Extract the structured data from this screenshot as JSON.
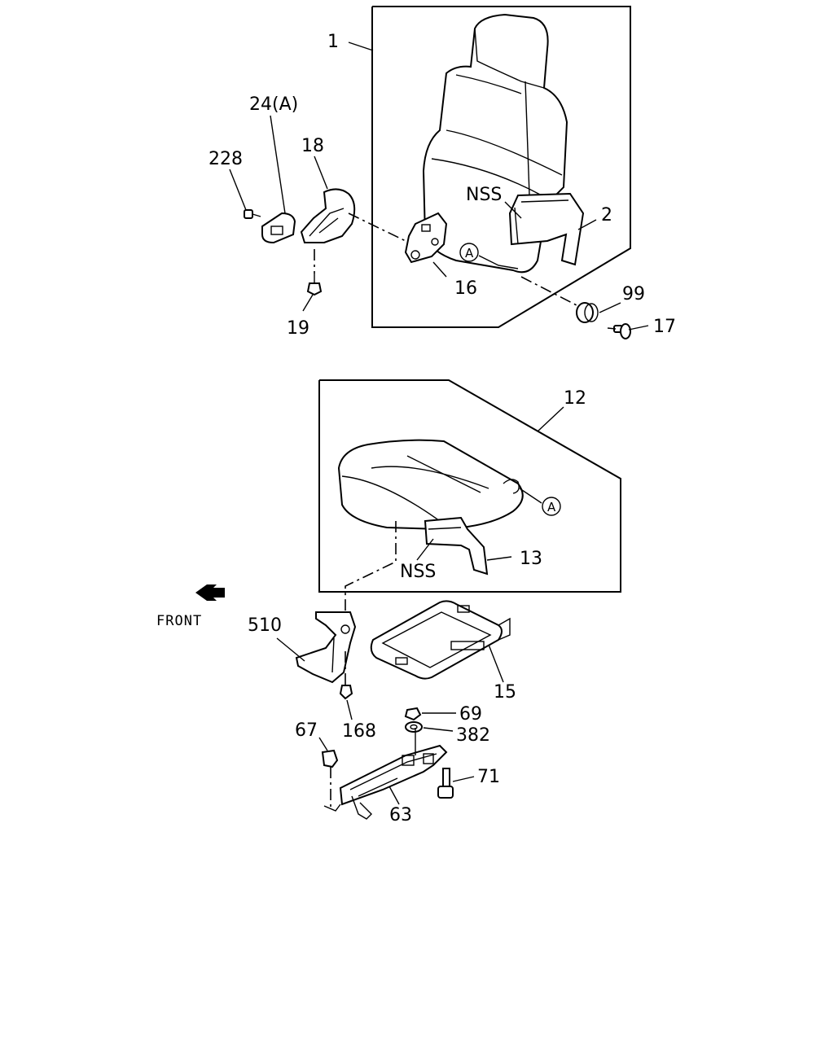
{
  "callouts": {
    "p1": "1",
    "p2": "2",
    "p24a": "24(A)",
    "p18": "18",
    "p228": "228",
    "p19": "19",
    "p16": "16",
    "p99": "99",
    "p17": "17",
    "nss_upper": "NSS",
    "ref_a_upper": "A",
    "p12": "12",
    "ref_a_lower": "A",
    "p13": "13",
    "nss_lower": "NSS",
    "front": "FRONT",
    "p510": "510",
    "p15": "15",
    "p168": "168",
    "p69": "69",
    "p382": "382",
    "p67": "67",
    "p71": "71",
    "p63": "63"
  }
}
